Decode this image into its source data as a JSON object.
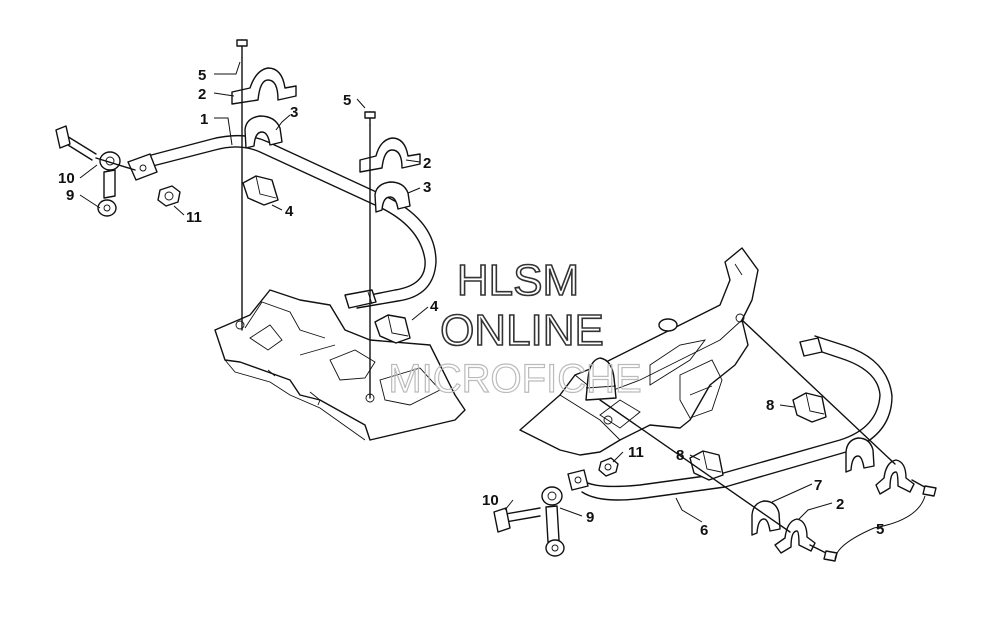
{
  "watermark": {
    "line1": "HLSM",
    "line2": "ONLINE",
    "line3": "MICROFICHE"
  },
  "callouts": {
    "front": [
      {
        "id": "c1",
        "label": "1"
      },
      {
        "id": "c2a",
        "label": "2"
      },
      {
        "id": "c2b",
        "label": "2"
      },
      {
        "id": "c3a",
        "label": "3"
      },
      {
        "id": "c3b",
        "label": "3"
      },
      {
        "id": "c4a",
        "label": "4"
      },
      {
        "id": "c4b",
        "label": "4"
      },
      {
        "id": "c5a",
        "label": "5"
      },
      {
        "id": "c5b",
        "label": "5"
      },
      {
        "id": "c9",
        "label": "9"
      },
      {
        "id": "c10",
        "label": "10"
      },
      {
        "id": "c11",
        "label": "11"
      }
    ],
    "rear": [
      {
        "id": "c2",
        "label": "2"
      },
      {
        "id": "c5",
        "label": "5"
      },
      {
        "id": "c6",
        "label": "6"
      },
      {
        "id": "c7",
        "label": "7"
      },
      {
        "id": "c8a",
        "label": "8"
      },
      {
        "id": "c8b",
        "label": "8"
      },
      {
        "id": "c9",
        "label": "9"
      },
      {
        "id": "c10",
        "label": "10"
      },
      {
        "id": "c11",
        "label": "11"
      }
    ]
  }
}
